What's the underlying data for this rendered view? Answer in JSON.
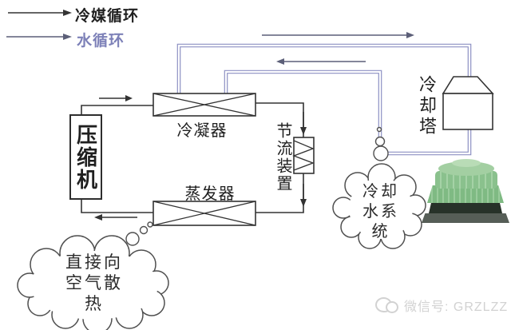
{
  "legend": {
    "refrigerant": {
      "label": "冷媒循环"
    },
    "water": {
      "label": "水循环"
    }
  },
  "labels": {
    "compressor": "压缩机",
    "condenser": "冷凝器",
    "evaporator": "蒸发器",
    "throttle_device": "节流装置",
    "cooling_tower": "冷却塔"
  },
  "thought_clouds": {
    "air_heat_rejection": {
      "lines": [
        "直接向",
        "空气散",
        "热"
      ]
    },
    "cooling_water_system": {
      "lines": [
        "冷却",
        "水系",
        "统"
      ]
    }
  },
  "watermark": {
    "text": "微信号: GRZLZZ"
  },
  "colors": {
    "ink": "#333333",
    "water_pipe": "#8d90c3",
    "water_arrow": "#5c5f78",
    "water_text": "#7d81b8",
    "cloud_stroke": "#4f4f4f",
    "label_ink": "#1f1f1f",
    "watermark": "#d2d2d2",
    "tower_green": "#7fba83",
    "tower_green_light": "#a3cfa2",
    "tower_green_dark": "#6faf74",
    "tower_under": "#273229",
    "tower_base": "#565e57"
  }
}
